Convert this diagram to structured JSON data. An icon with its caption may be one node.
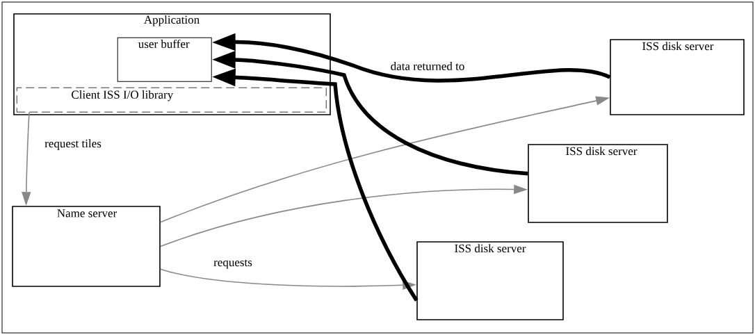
{
  "diagram": {
    "nodes": [
      {
        "text": [
          "Application"
        ]
      },
      {
        "text": [
          "user buffer"
        ],
        "in": 0
      },
      {
        "text": [
          "Client ISS I/O library"
        ],
        "in": 0
      },
      {
        "text": [
          "Name server"
        ]
      },
      {
        "text": [
          "ISS disk server"
        ]
      },
      {
        "text": [
          "ISS disk server"
        ]
      },
      {
        "text": [
          "ISS disk server"
        ]
      }
    ],
    "edges": [
      {
        "from": 2,
        "to": 3,
        "arrow": "to",
        "label": "request tiles"
      },
      {
        "from": 3,
        "to": 4,
        "arrow": "to"
      },
      {
        "from": 3,
        "to": 5,
        "arrow": "to"
      },
      {
        "from": 3,
        "to": 6,
        "arrow": "to",
        "label": "requests"
      },
      {
        "from": 4,
        "to": 1,
        "arrow": "to",
        "style": "thick",
        "color": "#000000",
        "label": "data returned to"
      },
      {
        "from": 5,
        "to": 1,
        "arrow": "to",
        "style": "thick",
        "color": "#000000"
      },
      {
        "from": 6,
        "to": 1,
        "arrow": "to",
        "style": "thick",
        "color": "#000000"
      }
    ]
  }
}
